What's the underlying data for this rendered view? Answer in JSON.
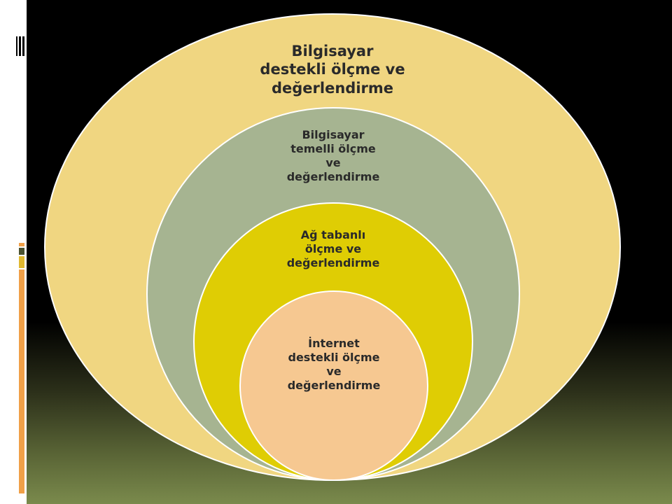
{
  "diagram": {
    "type": "nested-circles",
    "levels": [
      {
        "label": "Bilgisayar\ndestekli ölçme ve\ndeğerlendirme",
        "color": "#f0d681"
      },
      {
        "label": "Bilgisayar\ntemelli ölçme\nve\ndeğerlendirme",
        "color": "#a6b491"
      },
      {
        "label": "Ağ tabanlı\nölçme ve\ndeğerlendirme",
        "color": "#dfcd04"
      },
      {
        "label": "İnternet\ndestekli ölçme\nve\ndeğerlendirme",
        "color": "#f6c891"
      }
    ]
  }
}
